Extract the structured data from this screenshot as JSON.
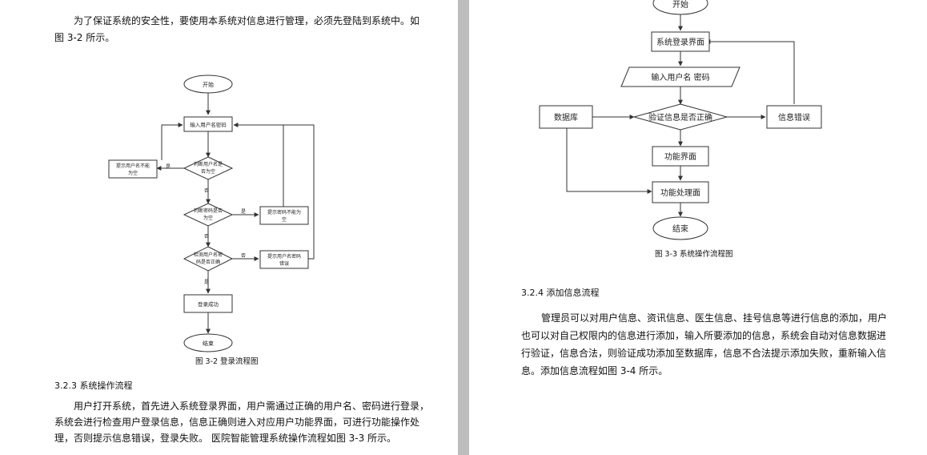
{
  "left_page": {
    "para1": {
      "line1": "为了保证系统的安全性，要使用本系统对信息进行管理，必须先登陆到系统中。如",
      "line2": "图 3-2 所示。"
    },
    "figure_3_2": {
      "caption": "图 3-2  登录流程图",
      "nodes": {
        "start": "开始",
        "input": "输入用户名密码",
        "check_user_empty": [
          "判断用户名是",
          "否为空"
        ],
        "prompt_user_empty": [
          "提示用户名不能",
          "为空"
        ],
        "check_pwd_empty": [
          "判断密码是否",
          "为空"
        ],
        "prompt_pwd_empty": [
          "提示密码不能为",
          "空"
        ],
        "check_correct": [
          "检测用户名密",
          "码是否正确"
        ],
        "prompt_error": [
          "提示用户名密码",
          "错误"
        ],
        "login_success": "登录成功",
        "end": "结束"
      },
      "edge_labels": {
        "yes": "是",
        "no": "否"
      }
    },
    "section_3_2_3": {
      "heading": "3.2.3  系统操作流程",
      "line1": "用户打开系统，首先进入系统登录界面，用户需通过正确的用户名、密码进行登录，",
      "line2": "系统会进行检查用户登录信息，信息正确则进入对应用户功能界面，可进行功能操作处",
      "line3": "理，否则提示信息错误，登录失败。 医院智能管理系统操作流程如图 3-3 所示。"
    }
  },
  "right_page": {
    "figure_3_3": {
      "caption": "图 3-3  系统操作流程图",
      "nodes": {
        "start": "开始",
        "login_ui": "系统登录界面",
        "input": "输入用户名 密码",
        "database": "数据库",
        "verify": "验证信息是否正确",
        "info_error": "信息错误",
        "function_ui": "功能界面",
        "function_process": "功能处理面",
        "end": "结束"
      }
    },
    "section_3_2_4": {
      "heading": "3.2.4  添加信息流程",
      "line1": "管理员可以对用户信息、资讯信息、医生信息、挂号信息等进行信息的添加，用户",
      "line2": "也可以对自己权限内的信息进行添加，输入所要添加的信息，系统会自动对信息数据进",
      "line3": "行验证，信息合法，则验证成功添加至数据库，信息不合法提示添加失败，重新输入信",
      "line4": "息。添加信息流程如图 3-4 所示。"
    }
  },
  "colors": {
    "gutter": "#bdbdbd",
    "stroke": "#333333",
    "text": "#111111"
  }
}
